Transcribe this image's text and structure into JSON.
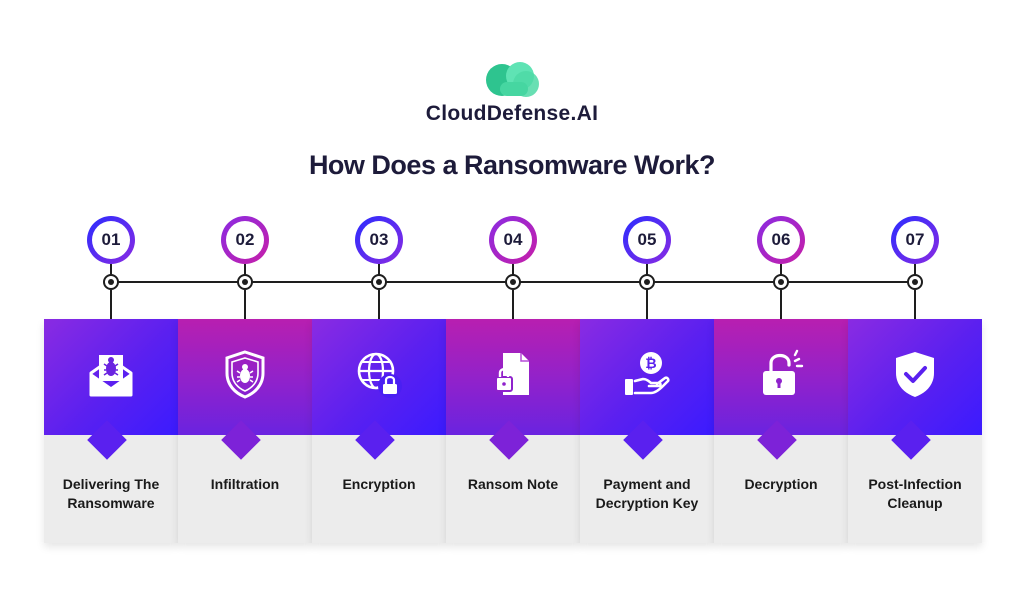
{
  "brand": {
    "name": "CloudDefense.AI",
    "logo_icon": "cloud-logo-icon",
    "logo_color": "#3dd9a3"
  },
  "title": "How Does a Ransomware Work?",
  "colors": {
    "violet": "#5a20ef",
    "magenta": "#b81fb0",
    "card_bg": "#ececec",
    "text_dark": "#1d1b3a"
  },
  "steps": [
    {
      "number": "01",
      "label_lines": [
        "Delivering The",
        "Ransomware"
      ],
      "icon": "bug-envelope-icon"
    },
    {
      "number": "02",
      "label_lines": [
        "Infiltration",
        ""
      ],
      "icon": "bug-shield-icon"
    },
    {
      "number": "03",
      "label_lines": [
        "Encryption",
        ""
      ],
      "icon": "globe-lock-icon"
    },
    {
      "number": "04",
      "label_lines": [
        "Ransom Note",
        ""
      ],
      "icon": "locked-document-icon"
    },
    {
      "number": "05",
      "label_lines": [
        "Payment and",
        "Decryption Key"
      ],
      "icon": "bitcoin-hand-icon"
    },
    {
      "number": "06",
      "label_lines": [
        "Decryption",
        ""
      ],
      "icon": "unlock-icon"
    },
    {
      "number": "07",
      "label_lines": [
        "Post-Infection",
        "Cleanup"
      ],
      "icon": "shield-check-icon"
    }
  ]
}
